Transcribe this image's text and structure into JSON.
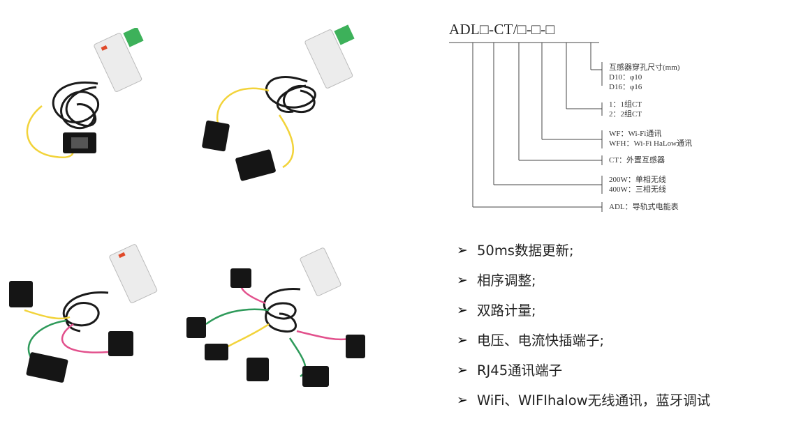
{
  "model_code": {
    "title": "ADL□-CT/□-□-□",
    "legend": [
      {
        "lines": [
          "互感器穿孔尺寸(mm)",
          "D10：φ10",
          "D16：φ16"
        ]
      },
      {
        "lines": [
          "1：1组CT",
          "2：2组CT"
        ]
      },
      {
        "lines": [
          "WF：Wi-Fi通讯",
          "WFH：Wi-Fi HaLow通讯"
        ]
      },
      {
        "lines": [
          "CT：外置互感器"
        ]
      },
      {
        "lines": [
          "200W：单相无线",
          "400W：三相无线"
        ]
      },
      {
        "lines": [
          "ADL：导轨式电能表"
        ]
      }
    ]
  },
  "features": [
    "50ms数据更新;",
    "相序调整;",
    "双路计量;",
    "电压、电流快插端子;",
    "RJ45通讯端子",
    "WiFi、WIFIhalow无线通讯，蓝牙调试"
  ],
  "colors": {
    "wire_yellow": "#f2d33a",
    "wire_green": "#2e9a5a",
    "wire_pink": "#e2508c",
    "cable_black": "#1a1a1a"
  }
}
